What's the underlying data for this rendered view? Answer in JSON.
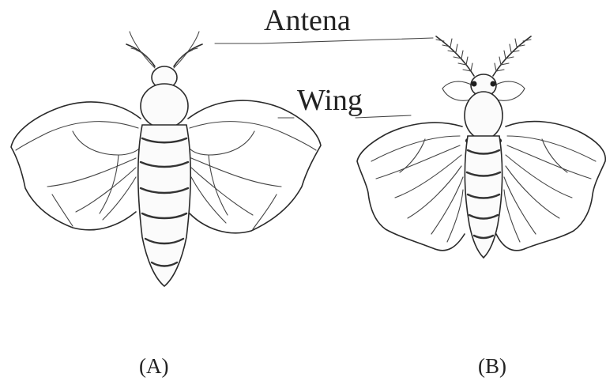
{
  "labels": {
    "antenna": "Antena",
    "wing": "Wing",
    "moth_a": "(A)",
    "moth_b": "(B)"
  }
}
